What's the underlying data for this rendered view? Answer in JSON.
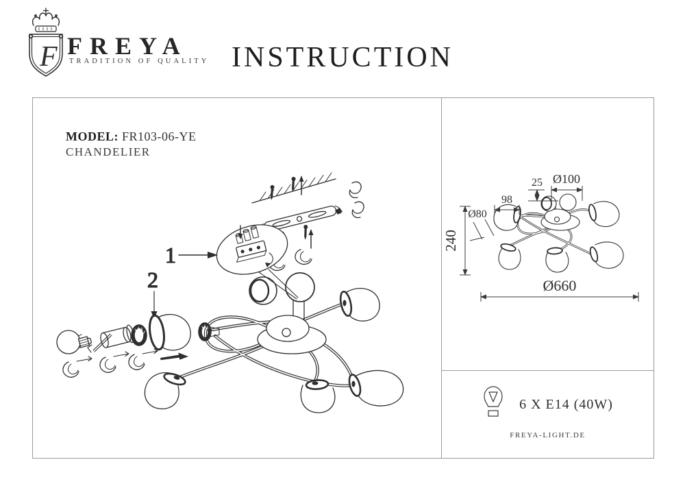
{
  "header": {
    "brand": "FREYA",
    "tagline": "TRADITION OF QUALITY",
    "logo_letter": "F",
    "title": "INSTRUCTION"
  },
  "left_panel": {
    "model_label": "MODEL:",
    "model_value": "FR103-06-YE",
    "product_type": "CHANDELIER",
    "callout_1": "1",
    "callout_2": "2"
  },
  "right_panel": {
    "dimensions": {
      "canopy_diameter": "Ø100",
      "canopy_drop": "25",
      "arm_width": "98",
      "shade_diameter": "Ø80",
      "height": "240",
      "overall_diameter": "Ø660"
    },
    "lamp_spec": "6 X E14 (40W)",
    "website": "FREYA-LIGHT.DE"
  },
  "colors": {
    "ink": "#2e2e2e",
    "border": "#9a9a9a",
    "paper": "#ffffff"
  }
}
